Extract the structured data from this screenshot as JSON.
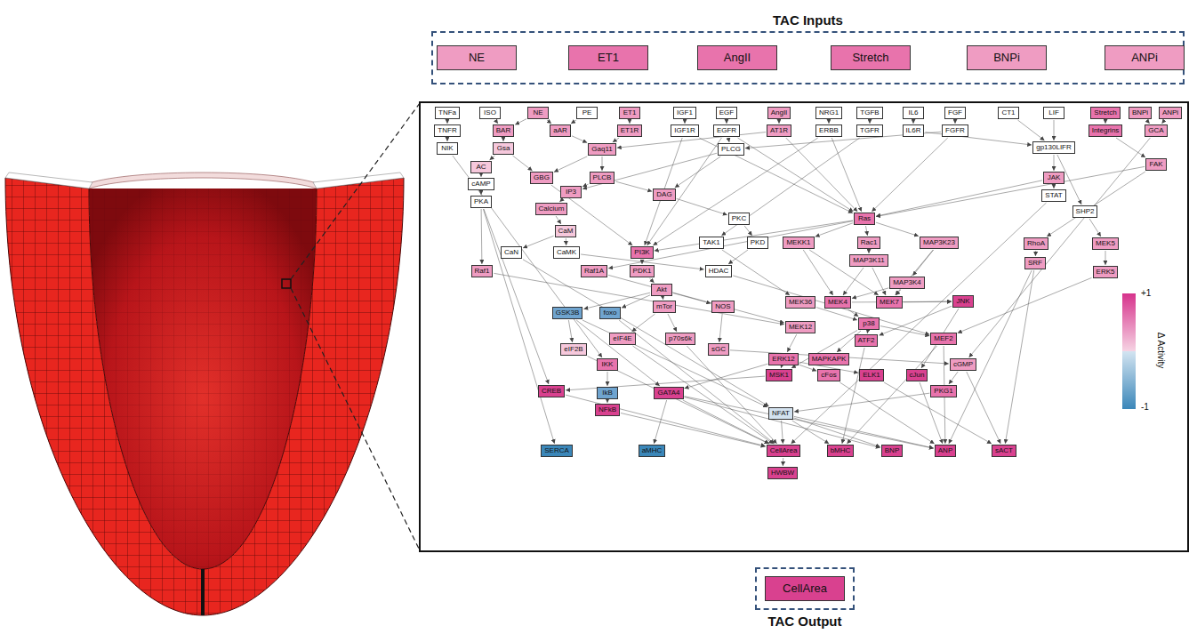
{
  "diagram": {
    "nodes": [
      {
        "text": [
          "TAC Inputs"
        ]
      },
      {
        "text": [
          "NE"
        ],
        "in": 0
      },
      {
        "text": [
          "ET1"
        ],
        "in": 0
      },
      {
        "text": [
          "AngII"
        ],
        "in": 0
      },
      {
        "text": [
          "Stretch"
        ],
        "in": 0
      },
      {
        "text": [
          "BNPi"
        ],
        "in": 0
      },
      {
        "text": [
          "ANPi"
        ],
        "in": 0
      },
      {
        "text": [
          "TNFa"
        ]
      },
      {
        "text": [
          "ISO"
        ]
      },
      {
        "text": [
          "NE"
        ]
      },
      {
        "text": [
          "PE"
        ]
      },
      {
        "text": [
          "ET1"
        ]
      },
      {
        "text": [
          "IGF1"
        ]
      },
      {
        "text": [
          "EGF"
        ]
      },
      {
        "text": [
          "AngII"
        ]
      },
      {
        "text": [
          "NRG1"
        ]
      },
      {
        "text": [
          "TGFB"
        ]
      },
      {
        "text": [
          "IL6"
        ]
      },
      {
        "text": [
          "FGF"
        ]
      },
      {
        "text": [
          "CT1"
        ]
      },
      {
        "text": [
          "LIF"
        ]
      },
      {
        "text": [
          "Stretch"
        ]
      },
      {
        "text": [
          "BNPi"
        ]
      },
      {
        "text": [
          "ANPi"
        ]
      },
      {
        "text": [
          "TNFR"
        ]
      },
      {
        "text": [
          "BAR"
        ]
      },
      {
        "text": [
          "aAR"
        ]
      },
      {
        "text": [
          "ET1R"
        ]
      },
      {
        "text": [
          "IGF1R"
        ]
      },
      {
        "text": [
          "EGFR"
        ]
      },
      {
        "text": [
          "AT1R"
        ]
      },
      {
        "text": [
          "ERBB"
        ]
      },
      {
        "text": [
          "TGFR"
        ]
      },
      {
        "text": [
          "IL6R"
        ]
      },
      {
        "text": [
          "FGFR"
        ]
      },
      {
        "text": [
          "Integrins"
        ]
      },
      {
        "text": [
          "GCA"
        ]
      },
      {
        "text": [
          "NIK"
        ]
      },
      {
        "text": [
          "Gsa"
        ]
      },
      {
        "text": [
          "Gaq11"
        ]
      },
      {
        "text": [
          "PLCG"
        ]
      },
      {
        "text": [
          "gp130LIFR"
        ]
      },
      {
        "text": [
          "AC"
        ]
      },
      {
        "text": [
          "FAK"
        ]
      },
      {
        "text": [
          "GBG"
        ]
      },
      {
        "text": [
          "PLCB"
        ]
      },
      {
        "text": [
          "JAK"
        ]
      },
      {
        "text": [
          "cAMP"
        ]
      },
      {
        "text": [
          "IP3"
        ]
      },
      {
        "text": [
          "DAG"
        ]
      },
      {
        "text": [
          "STAT"
        ]
      },
      {
        "text": [
          "PKA"
        ]
      },
      {
        "text": [
          "Calcium"
        ]
      },
      {
        "text": [
          "SHP2"
        ]
      },
      {
        "text": [
          "PKC"
        ]
      },
      {
        "text": [
          "Ras"
        ]
      },
      {
        "text": [
          "CaM"
        ]
      },
      {
        "text": [
          "TAK1"
        ]
      },
      {
        "text": [
          "PKD"
        ]
      },
      {
        "text": [
          "MEKK1"
        ]
      },
      {
        "text": [
          "Rac1"
        ]
      },
      {
        "text": [
          "MAP3K23"
        ]
      },
      {
        "text": [
          "RhoA"
        ]
      },
      {
        "text": [
          "MEK5"
        ]
      },
      {
        "text": [
          "CaN"
        ]
      },
      {
        "text": [
          "CaMK"
        ]
      },
      {
        "text": [
          "PI3K"
        ]
      },
      {
        "text": [
          "MAP3K11"
        ]
      },
      {
        "text": [
          "Raf1"
        ]
      },
      {
        "text": [
          "Raf1A"
        ]
      },
      {
        "text": [
          "PDK1"
        ]
      },
      {
        "text": [
          "HDAC"
        ]
      },
      {
        "text": [
          "SRF"
        ]
      },
      {
        "text": [
          "ERK5"
        ]
      },
      {
        "text": [
          "MAP3K4"
        ]
      },
      {
        "text": [
          "Akt"
        ]
      },
      {
        "text": [
          "MEK36"
        ]
      },
      {
        "text": [
          "MEK4"
        ]
      },
      {
        "text": [
          "MEK7"
        ]
      },
      {
        "text": [
          "JNK"
        ]
      },
      {
        "text": [
          "mTor"
        ]
      },
      {
        "text": [
          "NOS"
        ]
      },
      {
        "text": [
          "GSK3B"
        ]
      },
      {
        "text": [
          "foxo"
        ]
      },
      {
        "text": [
          "MEK12"
        ]
      },
      {
        "text": [
          "p38"
        ]
      },
      {
        "text": [
          "eIF4E"
        ]
      },
      {
        "text": [
          "p70s6k"
        ]
      },
      {
        "text": [
          "ATF2"
        ]
      },
      {
        "text": [
          "MEF2"
        ]
      },
      {
        "text": [
          "eIF2B"
        ]
      },
      {
        "text": [
          "sGC"
        ]
      },
      {
        "text": [
          "ERK12"
        ]
      },
      {
        "text": [
          "MAPKAPK"
        ]
      },
      {
        "text": [
          "IKK"
        ]
      },
      {
        "text": [
          "cGMP"
        ]
      },
      {
        "text": [
          "CREB"
        ]
      },
      {
        "text": [
          "MSK1"
        ]
      },
      {
        "text": [
          "cFos"
        ]
      },
      {
        "text": [
          "ELK1"
        ]
      },
      {
        "text": [
          "cJun"
        ]
      },
      {
        "text": [
          "PKG1"
        ]
      },
      {
        "text": [
          "IkB"
        ]
      },
      {
        "text": [
          "GATA4"
        ]
      },
      {
        "text": [
          "NFkB"
        ]
      },
      {
        "text": [
          "NFAT"
        ]
      },
      {
        "text": [
          "SERCA"
        ]
      },
      {
        "text": [
          "aMHC"
        ]
      },
      {
        "text": [
          "CellArea"
        ]
      },
      {
        "text": [
          "bMHC"
        ]
      },
      {
        "text": [
          "BNP"
        ]
      },
      {
        "text": [
          "ANP"
        ]
      },
      {
        "text": [
          "sACT"
        ]
      },
      {
        "text": [
          "HWBW"
        ]
      },
      {
        "text": [
          "TAC Output"
        ]
      },
      {
        "text": [
          "CellArea"
        ],
        "in": 114
      }
    ],
    "edges": [
      {
        "from": 7,
        "to": 24,
        "arrow": "to"
      },
      {
        "from": 24,
        "to": 37,
        "arrow": "to"
      },
      {
        "from": 37,
        "to": 94,
        "arrow": "to"
      },
      {
        "from": 8,
        "to": 25,
        "arrow": "to"
      },
      {
        "from": 9,
        "to": 25,
        "arrow": "to"
      },
      {
        "from": 9,
        "to": 26,
        "arrow": "to"
      },
      {
        "from": 10,
        "to": 26,
        "arrow": "to"
      },
      {
        "from": 25,
        "to": 38,
        "arrow": "to"
      },
      {
        "from": 38,
        "to": 42,
        "arrow": "to"
      },
      {
        "from": 42,
        "to": 47,
        "arrow": "to"
      },
      {
        "from": 47,
        "to": 51,
        "arrow": "to"
      },
      {
        "from": 38,
        "to": 44,
        "arrow": "to"
      },
      {
        "from": 26,
        "to": 39,
        "arrow": "to"
      },
      {
        "from": 11,
        "to": 27,
        "arrow": "to"
      },
      {
        "from": 27,
        "to": 39,
        "arrow": "to"
      },
      {
        "from": 30,
        "to": 39,
        "arrow": "to"
      },
      {
        "from": 39,
        "to": 45,
        "arrow": "to"
      },
      {
        "from": 39,
        "to": 44,
        "arrow": "to"
      },
      {
        "from": 44,
        "to": 66,
        "arrow": "to"
      },
      {
        "from": 45,
        "to": 48,
        "arrow": "to"
      },
      {
        "from": 45,
        "to": 49,
        "arrow": "to"
      },
      {
        "from": 48,
        "to": 52,
        "arrow": "to"
      },
      {
        "from": 49,
        "to": 54,
        "arrow": "to"
      },
      {
        "from": 54,
        "to": 58,
        "arrow": "to"
      },
      {
        "from": 58,
        "to": 71,
        "arrow": "to"
      },
      {
        "from": 65,
        "to": 71,
        "arrow": "to"
      },
      {
        "from": 52,
        "to": 56,
        "arrow": "to"
      },
      {
        "from": 56,
        "to": 64,
        "arrow": "to"
      },
      {
        "from": 56,
        "to": 65,
        "arrow": "to"
      },
      {
        "from": 64,
        "to": 105,
        "arrow": "to"
      },
      {
        "from": 51,
        "to": 68,
        "arrow": "to"
      },
      {
        "from": 51,
        "to": 96,
        "arrow": "to"
      },
      {
        "from": 12,
        "to": 28,
        "arrow": "to"
      },
      {
        "from": 28,
        "to": 66,
        "arrow": "to"
      },
      {
        "from": 28,
        "to": 55,
        "arrow": "to"
      },
      {
        "from": 13,
        "to": 29,
        "arrow": "to"
      },
      {
        "from": 29,
        "to": 40,
        "arrow": "to"
      },
      {
        "from": 29,
        "to": 55,
        "arrow": "to"
      },
      {
        "from": 29,
        "to": 66,
        "arrow": "to"
      },
      {
        "from": 14,
        "to": 30,
        "arrow": "to"
      },
      {
        "from": 30,
        "to": 55,
        "arrow": "to"
      },
      {
        "from": 15,
        "to": 31,
        "arrow": "to"
      },
      {
        "from": 31,
        "to": 55,
        "arrow": "to"
      },
      {
        "from": 31,
        "to": 66,
        "arrow": "to"
      },
      {
        "from": 16,
        "to": 32,
        "arrow": "to"
      },
      {
        "from": 32,
        "to": 57,
        "arrow": "to"
      },
      {
        "from": 17,
        "to": 33,
        "arrow": "to"
      },
      {
        "from": 33,
        "to": 41,
        "arrow": "to"
      },
      {
        "from": 19,
        "to": 41,
        "arrow": "to"
      },
      {
        "from": 20,
        "to": 41,
        "arrow": "to"
      },
      {
        "from": 41,
        "to": 46,
        "arrow": "to"
      },
      {
        "from": 46,
        "to": 50,
        "arrow": "to"
      },
      {
        "from": 41,
        "to": 53,
        "arrow": "to"
      },
      {
        "from": 18,
        "to": 34,
        "arrow": "to"
      },
      {
        "from": 34,
        "to": 55,
        "arrow": "to"
      },
      {
        "from": 34,
        "to": 40,
        "arrow": "to"
      },
      {
        "from": 40,
        "to": 48,
        "arrow": "to"
      },
      {
        "from": 40,
        "to": 49,
        "arrow": "to"
      },
      {
        "from": 21,
        "to": 35,
        "arrow": "to"
      },
      {
        "from": 35,
        "to": 43,
        "arrow": "to"
      },
      {
        "from": 43,
        "to": 55,
        "arrow": "to"
      },
      {
        "from": 43,
        "to": 62,
        "arrow": "to"
      },
      {
        "from": 46,
        "to": 55,
        "arrow": "to"
      },
      {
        "from": 55,
        "to": 69,
        "arrow": "to"
      },
      {
        "from": 55,
        "to": 60,
        "arrow": "to"
      },
      {
        "from": 55,
        "to": 59,
        "arrow": "to"
      },
      {
        "from": 55,
        "to": 66,
        "arrow": "to"
      },
      {
        "from": 55,
        "to": 61,
        "arrow": "to"
      },
      {
        "from": 68,
        "to": 84,
        "arrow": "to"
      },
      {
        "from": 69,
        "to": 84,
        "arrow": "to"
      },
      {
        "from": 84,
        "to": 92,
        "arrow": "to"
      },
      {
        "from": 66,
        "to": 70,
        "arrow": "to"
      },
      {
        "from": 70,
        "to": 75,
        "arrow": "to"
      },
      {
        "from": 75,
        "to": 82,
        "arrow": "to"
      },
      {
        "from": 75,
        "to": 83,
        "arrow": "to"
      },
      {
        "from": 75,
        "to": 80,
        "arrow": "to"
      },
      {
        "from": 75,
        "to": 81,
        "arrow": "to"
      },
      {
        "from": 80,
        "to": 87,
        "arrow": "to"
      },
      {
        "from": 80,
        "to": 86,
        "arrow": "to"
      },
      {
        "from": 81,
        "to": 91,
        "arrow": "to"
      },
      {
        "from": 91,
        "to": 95,
        "arrow": "to"
      },
      {
        "from": 36,
        "to": 95,
        "arrow": "to"
      },
      {
        "from": 22,
        "to": 36,
        "arrow": "to"
      },
      {
        "from": 23,
        "to": 36,
        "arrow": "to"
      },
      {
        "from": 95,
        "to": 101,
        "arrow": "to"
      },
      {
        "from": 82,
        "to": 90,
        "arrow": "to"
      },
      {
        "from": 82,
        "to": 105,
        "arrow": "to"
      },
      {
        "from": 82,
        "to": 103,
        "arrow": "to"
      },
      {
        "from": 60,
        "to": 67,
        "arrow": "to"
      },
      {
        "from": 67,
        "to": 77,
        "arrow": "to"
      },
      {
        "from": 67,
        "to": 78,
        "arrow": "to"
      },
      {
        "from": 74,
        "to": 77,
        "arrow": "to"
      },
      {
        "from": 74,
        "to": 78,
        "arrow": "to"
      },
      {
        "from": 59,
        "to": 77,
        "arrow": "to"
      },
      {
        "from": 59,
        "to": 78,
        "arrow": "to"
      },
      {
        "from": 61,
        "to": 78,
        "arrow": "to"
      },
      {
        "from": 61,
        "to": 74,
        "arrow": "to"
      },
      {
        "from": 57,
        "to": 76,
        "arrow": "to"
      },
      {
        "from": 76,
        "to": 85,
        "arrow": "to"
      },
      {
        "from": 77,
        "to": 85,
        "arrow": "to"
      },
      {
        "from": 77,
        "to": 79,
        "arrow": "to"
      },
      {
        "from": 78,
        "to": 79,
        "arrow": "to"
      },
      {
        "from": 79,
        "to": 100,
        "arrow": "to"
      },
      {
        "from": 79,
        "to": 88,
        "arrow": "to"
      },
      {
        "from": 85,
        "to": 88,
        "arrow": "to"
      },
      {
        "from": 85,
        "to": 89,
        "arrow": "to"
      },
      {
        "from": 85,
        "to": 93,
        "arrow": "to"
      },
      {
        "from": 85,
        "to": 97,
        "arrow": "to"
      },
      {
        "from": 92,
        "to": 97,
        "arrow": "to"
      },
      {
        "from": 92,
        "to": 99,
        "arrow": "to"
      },
      {
        "from": 92,
        "to": 98,
        "arrow": "to"
      },
      {
        "from": 92,
        "to": 103,
        "arrow": "to"
      },
      {
        "from": 62,
        "to": 72,
        "arrow": "to"
      },
      {
        "from": 53,
        "to": 63,
        "arrow": "to"
      },
      {
        "from": 63,
        "to": 73,
        "arrow": "to"
      },
      {
        "from": 73,
        "to": 89,
        "arrow": "to"
      },
      {
        "from": 71,
        "to": 89,
        "arrow": "to"
      },
      {
        "from": 94,
        "to": 102,
        "arrow": "to"
      },
      {
        "from": 102,
        "to": 104,
        "arrow": "to"
      },
      {
        "from": 97,
        "to": 96,
        "arrow": "to"
      },
      {
        "from": 101,
        "to": 105,
        "arrow": "to"
      },
      {
        "from": 104,
        "to": 108,
        "arrow": "to"
      },
      {
        "from": 103,
        "to": 108,
        "arrow": "to"
      },
      {
        "from": 103,
        "to": 110,
        "arrow": "to"
      },
      {
        "from": 103,
        "to": 111,
        "arrow": "to"
      },
      {
        "from": 103,
        "to": 107,
        "arrow": "to"
      },
      {
        "from": 105,
        "to": 108,
        "arrow": "to"
      },
      {
        "from": 105,
        "to": 109,
        "arrow": "to"
      },
      {
        "from": 105,
        "to": 110,
        "arrow": "to"
      },
      {
        "from": 105,
        "to": 111,
        "arrow": "to"
      },
      {
        "from": 89,
        "to": 111,
        "arrow": "to"
      },
      {
        "from": 89,
        "to": 109,
        "arrow": "to"
      },
      {
        "from": 100,
        "to": 111,
        "arrow": "to"
      },
      {
        "from": 98,
        "to": 111,
        "arrow": "to"
      },
      {
        "from": 72,
        "to": 112,
        "arrow": "to"
      },
      {
        "from": 72,
        "to": 111,
        "arrow": "to"
      },
      {
        "from": 99,
        "to": 112,
        "arrow": "to"
      },
      {
        "from": 88,
        "to": 109,
        "arrow": "to"
      },
      {
        "from": 96,
        "to": 108,
        "arrow": "to"
      },
      {
        "from": 86,
        "to": 108,
        "arrow": "to"
      },
      {
        "from": 87,
        "to": 108,
        "arrow": "to"
      },
      {
        "from": 50,
        "to": 108,
        "arrow": "to"
      },
      {
        "from": 83,
        "to": 108,
        "arrow": "to"
      },
      {
        "from": 90,
        "to": 108,
        "arrow": "to"
      },
      {
        "from": 108,
        "to": 113,
        "arrow": "to"
      },
      {
        "from": 51,
        "to": 106,
        "arrow": "to"
      },
      {
        "from": 95,
        "to": 112,
        "arrow": "to"
      }
    ],
    "labels": [
      "Δ Activity"
    ],
    "legend": [
      {
        "text": "+1",
        "color": "#d6338c"
      },
      {
        "text": "-1",
        "color": "#3b87b9"
      }
    ]
  }
}
